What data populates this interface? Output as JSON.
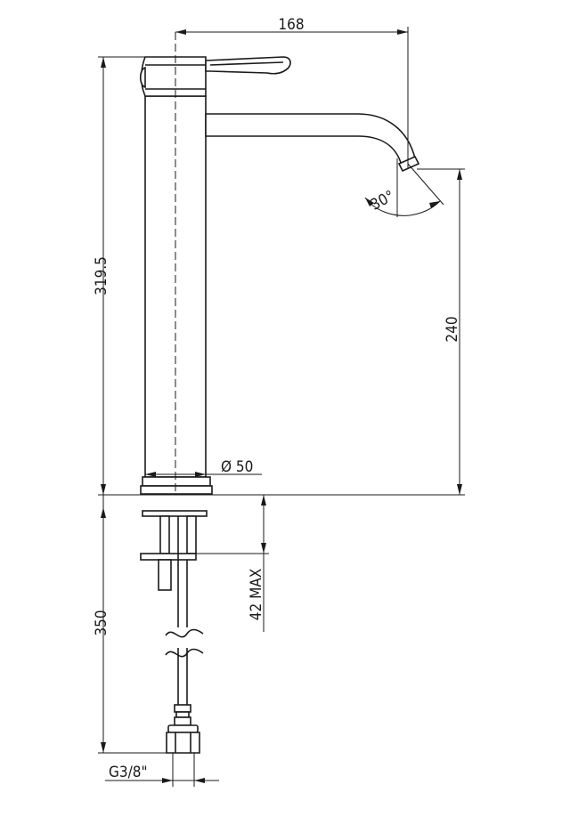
{
  "dimensions": {
    "spout_reach": "168",
    "total_height": "319.5",
    "outlet_height": "240",
    "spout_angle": "30°",
    "body_diameter": "Ø 50",
    "max_deck_thickness": "42 MAX",
    "hose_length": "350",
    "hose_connection": "G3/8\""
  },
  "colors": {
    "line": "#1a1a1a",
    "background": "#ffffff"
  }
}
